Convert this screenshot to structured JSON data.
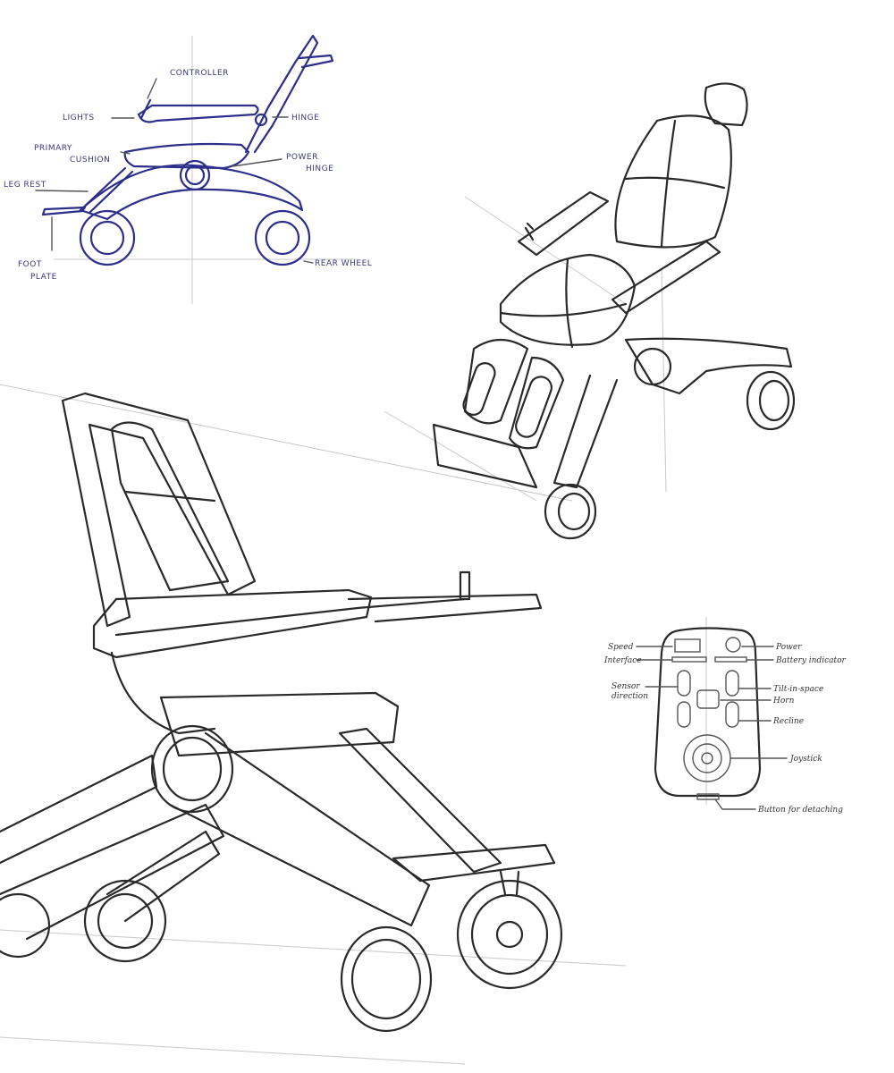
{
  "side_view_sketch": {
    "labels": {
      "controller": "CONTROLLER",
      "lights": "LIGHTS",
      "hinge": "HINGE",
      "primary_cushion_1": "PRIMARY",
      "primary_cushion_2": "CUSHION",
      "power_hinge_1": "POWER",
      "power_hinge_2": "HINGE",
      "leg_rest": "LEG REST",
      "foot_plate_1": "FOOT",
      "foot_plate_2": "PLATE",
      "rear_wheel": "REAR WHEEL"
    },
    "ink_color": "#2c2f8a"
  },
  "controller_sketch": {
    "labels": {
      "speed": "Speed",
      "interface": "Interface",
      "power": "Power",
      "battery_indicator": "Battery indicator",
      "sensor_direction_1": "Sensor",
      "sensor_direction_2": "direction",
      "tilt_in_space": "Tilt-in-space",
      "horn": "Horn",
      "recline": "Recline",
      "joystick": "Joystick",
      "button_for_detaching": "Button for detaching"
    }
  }
}
